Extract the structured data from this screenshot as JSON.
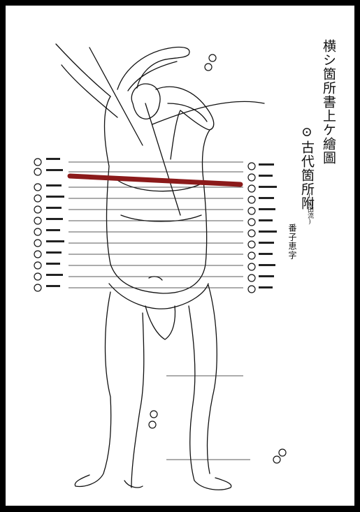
{
  "title": "横シ箇所書上ケ繪圖",
  "school": "(山田流)",
  "subtitle_main": "⊙古代箇所附",
  "subtitle_note": "番子恵字",
  "colors": {
    "background_frame": "#000000",
    "paper": "#ffffff",
    "ink": "#111111",
    "highlight_bar": "#8b1a1a"
  },
  "highlight": {
    "type": "horizontal-bar",
    "color": "#8b1a1a"
  }
}
